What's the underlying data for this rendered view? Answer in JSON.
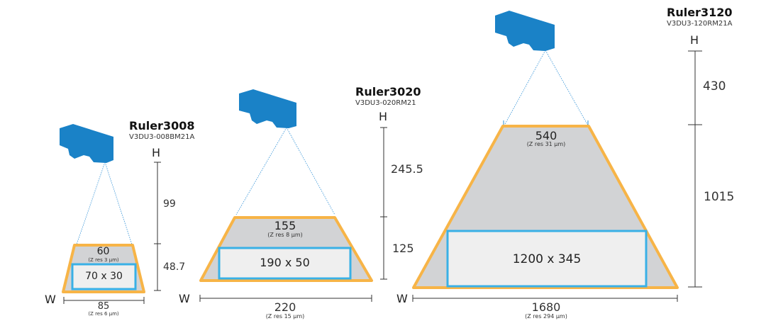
{
  "colors": {
    "camera": "#1a82c7",
    "trapezoid_border": "#f7b447",
    "trapezoid_fill": "#d2d3d5",
    "measure_box_border": "#39b0e6",
    "measure_box_fill": "#efefef",
    "dimension_line": "#333333",
    "laser_line": "#2d8fd6"
  },
  "models": [
    {
      "name": "Ruler3008",
      "code": "V3DU3-008BM21A",
      "h_axis_label": "H",
      "w_axis_label": "W",
      "height_clearance": "99",
      "height_fov": "48.7",
      "fov_top_width": "60",
      "fov_top_zres": "(Z res 3 µm)",
      "measure_box": "70 x 30",
      "bottom_width": "85",
      "bottom_zres": "(Z res 6 µm)"
    },
    {
      "name": "Ruler3020",
      "code": "V3DU3-020RM21",
      "h_axis_label": "H",
      "w_axis_label": "W",
      "height_clearance": "245.5",
      "height_fov": "125",
      "fov_top_width": "155",
      "fov_top_zres": "(Z res 8 µm)",
      "measure_box": "190 x 50",
      "bottom_width": "220",
      "bottom_zres": "(Z res 15 µm)"
    },
    {
      "name": "Ruler3120",
      "code": "V3DU3-120RM21A",
      "h_axis_label": "H",
      "w_axis_label": "W",
      "height_clearance": "430",
      "height_fov": "1015",
      "fov_top_width": "540",
      "fov_top_zres": "(Z res 31 µm)",
      "measure_box": "1200 x 345",
      "bottom_width": "1680",
      "bottom_zres": "(Z res 294 µm)"
    }
  ]
}
